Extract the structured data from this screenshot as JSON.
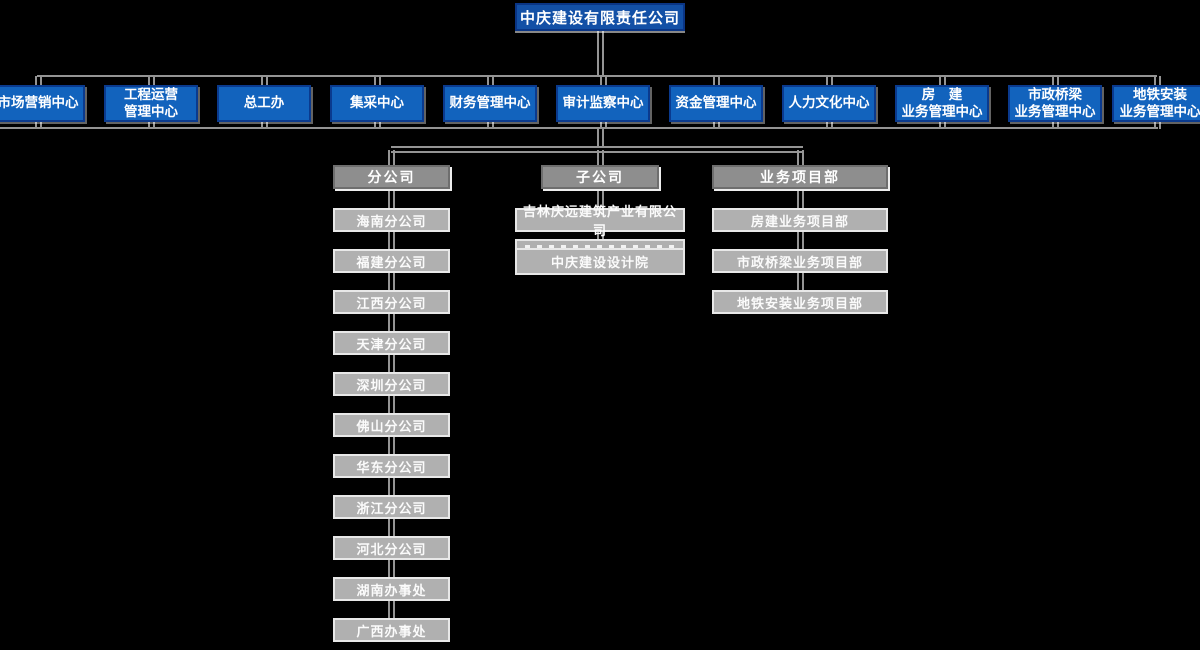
{
  "colors": {
    "background": "#000000",
    "department_blue": "#1263bd",
    "department_border": "#0a3a8e",
    "root_blue": "#1350a6",
    "root_border": "#0a3585",
    "group_header_gray": "#8e8e8e",
    "unit_gray": "#b0b0b0",
    "unit_border": "#e8e8e8",
    "connector_gray": "#949494",
    "text_white": "#ffffff"
  },
  "root": {
    "label": "中庆建设有限责任公司"
  },
  "departments": [
    {
      "label": "市场营销中心"
    },
    {
      "label": "工程运营\n管理中心"
    },
    {
      "label": "总工办"
    },
    {
      "label": "集采中心"
    },
    {
      "label": "财务管理中心"
    },
    {
      "label": "审计监察中心"
    },
    {
      "label": "资金管理中心"
    },
    {
      "label": "人力文化中心"
    },
    {
      "label": "房　建\n业务管理中心"
    },
    {
      "label": "市政桥梁\n业务管理中心"
    },
    {
      "label": "地铁安装\n业务管理中心"
    }
  ],
  "groups": [
    {
      "header": "分公司",
      "children": [
        "海南分公司",
        "福建分公司",
        "江西分公司",
        "天津分公司",
        "深圳分公司",
        "佛山分公司",
        "华东分公司",
        "浙江分公司",
        "河北分公司",
        "湖南办事处",
        "广西办事处"
      ]
    },
    {
      "header": "子公司",
      "children": [
        "吉林庆远建筑产业有限公司",
        "中庆建设设计院"
      ],
      "partially_hidden_box": true
    },
    {
      "header": "业务项目部",
      "children": [
        "房建业务项目部",
        "市政桥梁业务项目部",
        "地铁安装业务项目部"
      ]
    }
  ]
}
